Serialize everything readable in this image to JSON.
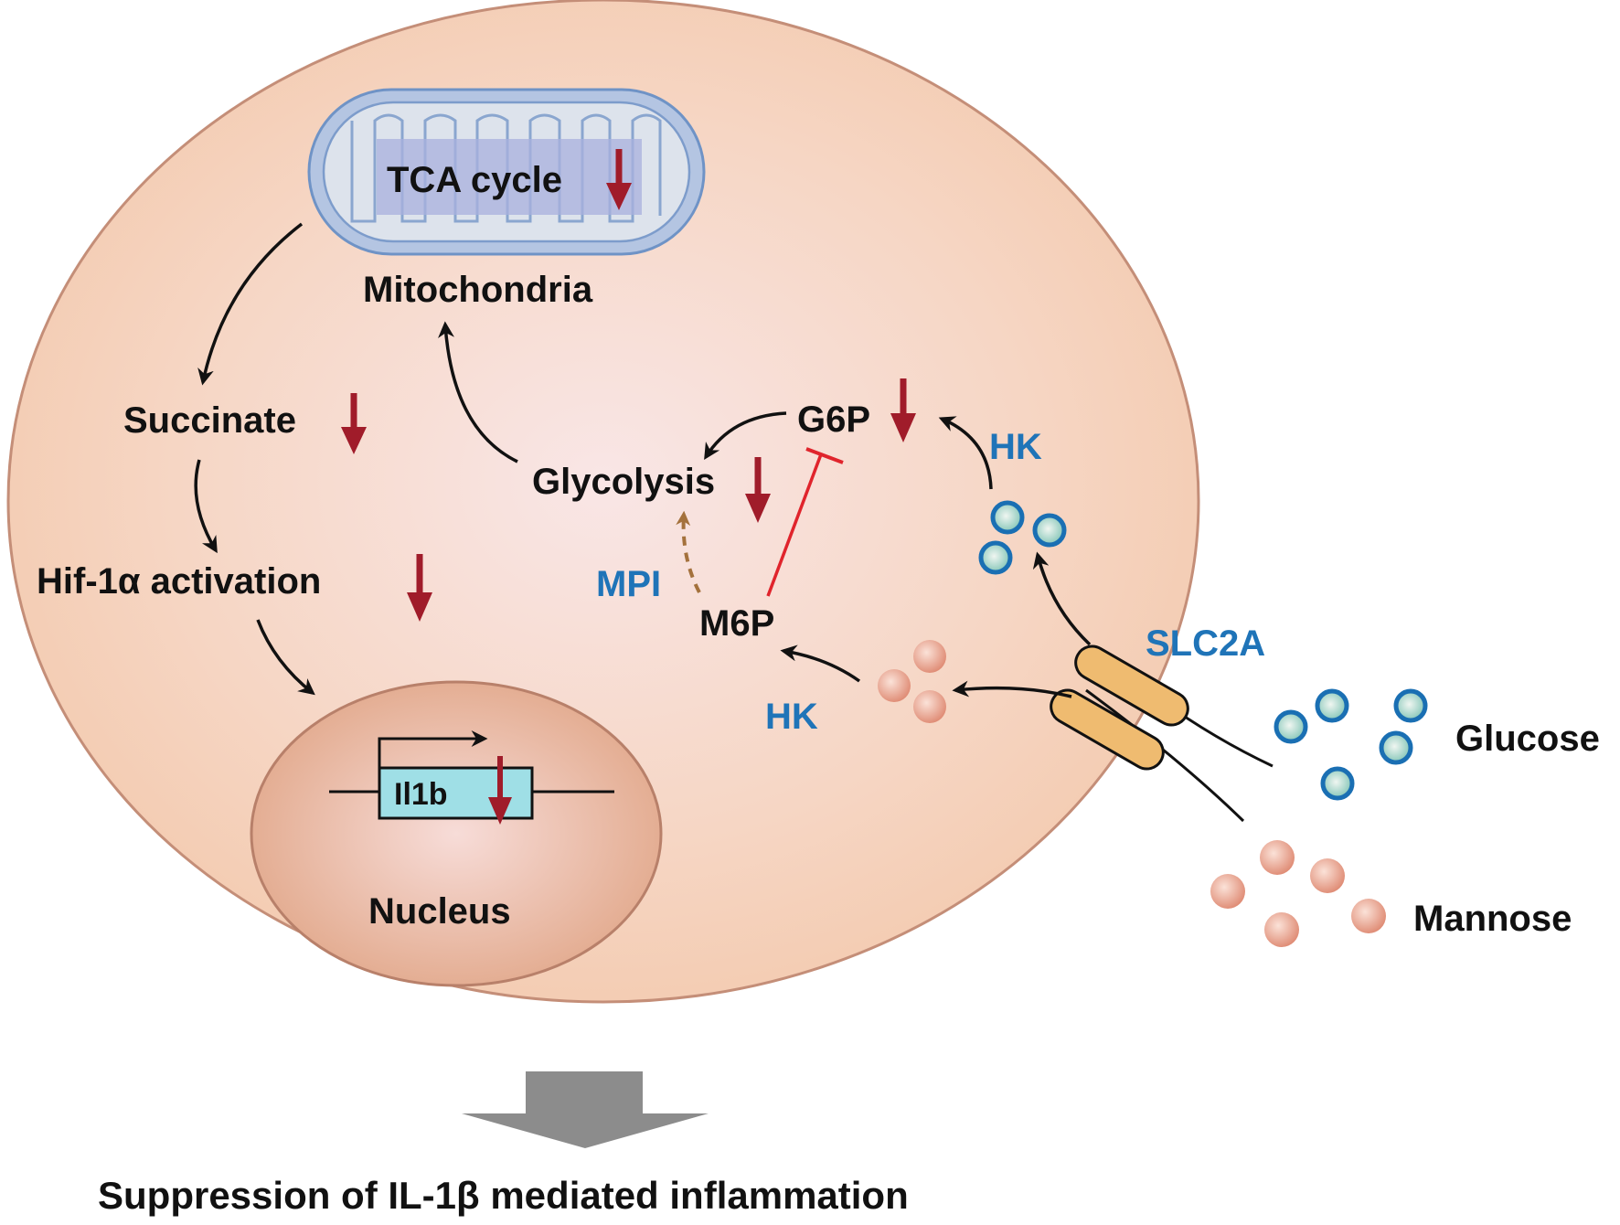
{
  "labels": {
    "tca": "TCA cycle",
    "mitochondria": "Mitochondria",
    "succinate": "Succinate",
    "hif": "Hif-1α activation",
    "gene": "Il1b",
    "nucleus": "Nucleus",
    "glycolysis": "Glycolysis",
    "g6p": "G6P",
    "m6p": "M6P",
    "mpi": "MPI",
    "hk_top": "HK",
    "hk_bottom": "HK",
    "slc2a": "SLC2A",
    "glucose": "Glucose",
    "mannose": "Mannose",
    "outcome": "Suppression of IL-1β mediated inflammation"
  },
  "colors": {
    "cell_fill": "#f4cdb3",
    "cell_stroke": "#c48e78",
    "down_arrow": "#a01c2a",
    "enzyme_text": "#1f74b8",
    "inhibit_line": "#e0242c",
    "mpi_dashed": "#a4713c",
    "transporter": "#efbb70",
    "glucose_ring": "#1a6fb3",
    "mannose_dot": "#e8937c",
    "outcome_arrow": "#8c8c8c"
  }
}
